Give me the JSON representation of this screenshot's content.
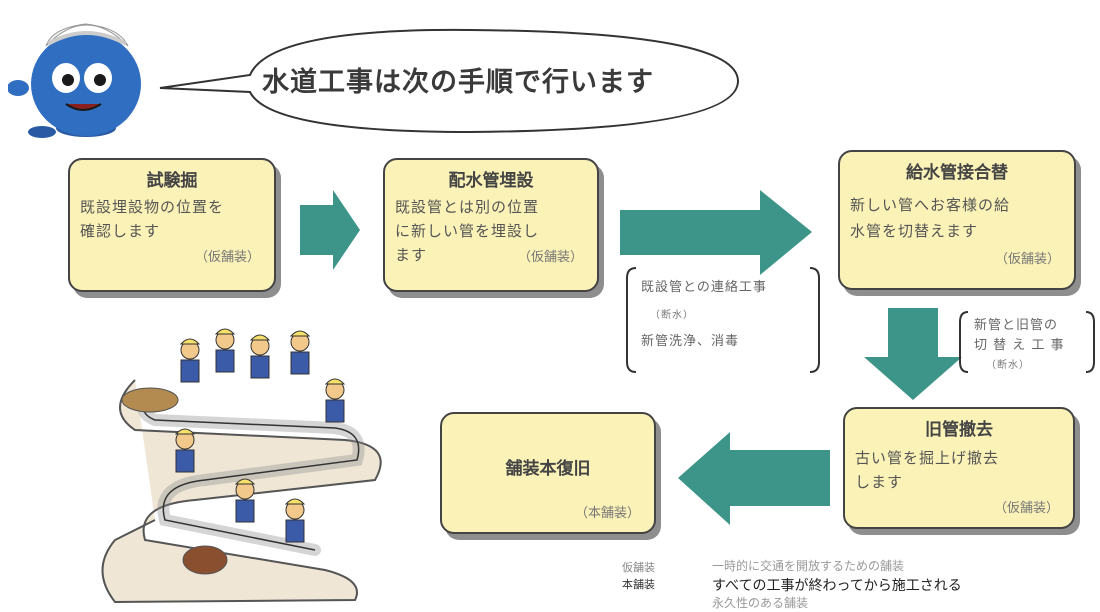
{
  "heading": "水道工事は次の手順で行います",
  "steps": [
    {
      "title": "試験掘",
      "lines": [
        "既設埋設物の位置を",
        "確認します"
      ],
      "note": "（仮舗装）"
    },
    {
      "title": "配水管埋設",
      "lines": [
        "既設管とは別の位置",
        "に新しい管を埋設し",
        "ます"
      ],
      "note": "（仮舗装）"
    },
    {
      "title": "給水管接合替",
      "lines": [
        "新しい管へお客様の給",
        "水管を切替えます"
      ],
      "note": "（仮舗装）"
    },
    {
      "title": "旧管撤去",
      "lines": [
        "古い管を掘上げ撤去",
        "します"
      ],
      "note": "（仮舗装）"
    },
    {
      "title": "舗装本復旧",
      "lines": [],
      "note": "（本舗装）"
    }
  ],
  "notes": {
    "connection": [
      "既設管との連絡工事",
      "（断水）",
      "新管洗浄、消毒"
    ],
    "switch": [
      "新管と旧管の",
      "切 替 え 工 事",
      "（断水）"
    ]
  },
  "legend": {
    "temporary_term": "仮舗装",
    "permanent_term": "本舗装",
    "temporary_def": "一時的に交通を開放するための舗装",
    "permanent_def": "すべての工事が終わってから施工される",
    "permanent_def_2": "永久性のある舗装"
  },
  "colors": {
    "box_fill": "#fbf2b8",
    "arrow": "#3d958a",
    "mascot": "#2f6ec1"
  }
}
